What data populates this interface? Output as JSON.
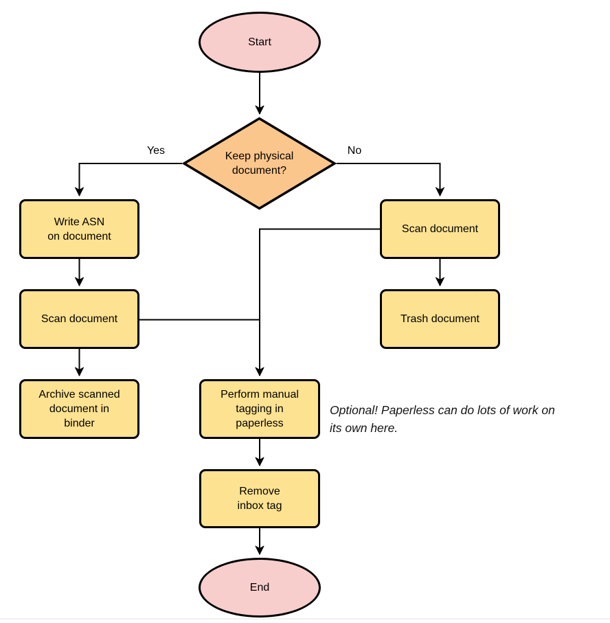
{
  "nodes": {
    "start": {
      "label": "Start",
      "type": "terminal"
    },
    "decision": {
      "label": "Keep physical\ndocument?",
      "type": "decision"
    },
    "write_asn": {
      "label": "Write ASN\non document",
      "type": "process"
    },
    "scan_left": {
      "label": "Scan document",
      "type": "process"
    },
    "archive": {
      "label": "Archive scanned\ndocument in\nbinder",
      "type": "process"
    },
    "scan_right": {
      "label": "Scan document",
      "type": "process"
    },
    "trash": {
      "label": "Trash document",
      "type": "process"
    },
    "tagging": {
      "label": "Perform manual\ntagging in\npaperless",
      "type": "process"
    },
    "remove_tag": {
      "label": "Remove\ninbox tag",
      "type": "process"
    },
    "end": {
      "label": "End",
      "type": "terminal"
    }
  },
  "edge_labels": {
    "yes": "Yes",
    "no": "No"
  },
  "annotation": {
    "text": "Optional! Paperless can do lots of work on\nits own here."
  },
  "colors": {
    "terminal_fill": "#f8cecc",
    "decision_fill": "#fbc68c",
    "process_fill": "#fde291",
    "outline": "#000000",
    "connector": "#000000",
    "page_divider": "#edf0f2"
  }
}
